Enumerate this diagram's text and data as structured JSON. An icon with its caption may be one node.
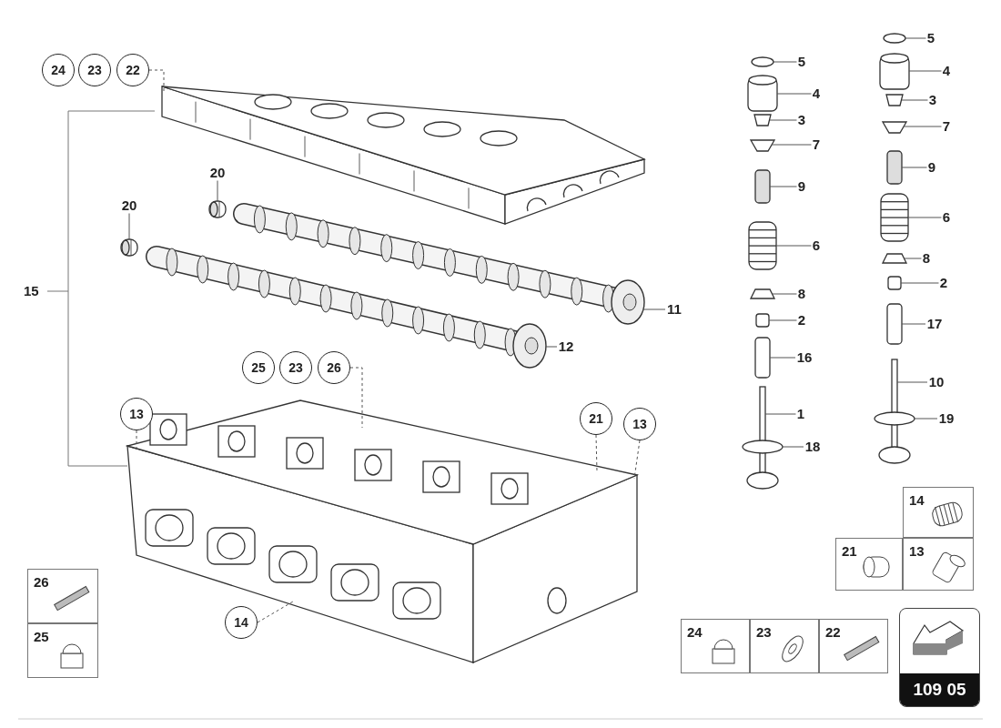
{
  "diagram": {
    "nodes": [
      {
        "text": [
          "24"
        ]
      },
      {
        "text": [
          "23"
        ]
      },
      {
        "text": [
          "22"
        ]
      },
      {
        "text": [
          "5"
        ]
      },
      {
        "text": [
          "5"
        ]
      },
      {
        "text": [
          "4"
        ]
      },
      {
        "text": [
          "4"
        ]
      },
      {
        "text": [
          "3"
        ]
      },
      {
        "text": [
          "3"
        ]
      },
      {
        "text": [
          "7"
        ]
      },
      {
        "text": [
          "7"
        ]
      },
      {
        "text": [
          "9"
        ]
      },
      {
        "text": [
          "20"
        ]
      },
      {
        "text": [
          "9"
        ]
      },
      {
        "text": [
          "20"
        ]
      },
      {
        "text": [
          "6"
        ]
      },
      {
        "text": [
          "6"
        ]
      },
      {
        "text": [
          "8"
        ]
      },
      {
        "text": [
          "2"
        ]
      },
      {
        "text": [
          "8"
        ]
      },
      {
        "text": [
          "11"
        ]
      },
      {
        "text": [
          "2"
        ]
      },
      {
        "text": [
          "17"
        ]
      },
      {
        "text": [
          "12"
        ]
      },
      {
        "text": [
          "16"
        ]
      },
      {
        "text": [
          "25"
        ]
      },
      {
        "text": [
          "23"
        ]
      },
      {
        "text": [
          "26"
        ]
      },
      {
        "text": [
          "10"
        ]
      },
      {
        "text": [
          "13"
        ]
      },
      {
        "text": [
          "1"
        ]
      },
      {
        "text": [
          "21"
        ]
      },
      {
        "text": [
          "19"
        ]
      },
      {
        "text": [
          "13"
        ]
      },
      {
        "text": [
          "18"
        ]
      },
      {
        "text": [
          "14"
        ]
      },
      {
        "text": [],
        "shape": "picture"
      },
      {
        "text": [],
        "shape": "picture"
      },
      {
        "text": [],
        "shape": "picture"
      },
      {
        "text": [],
        "shape": "picture"
      },
      {
        "text": [],
        "shape": "picture"
      },
      {
        "text": [],
        "shape": "picture"
      },
      {
        "text": [],
        "shape": "picture"
      },
      {
        "text": [],
        "shape": "picture"
      },
      {
        "text": [],
        "shape": "picture"
      },
      {
        "text": [],
        "shape": "picture"
      },
      {
        "text": [],
        "shape": "picture"
      },
      {
        "text": [],
        "shape": "picture"
      },
      {
        "text": [],
        "shape": "picture"
      },
      {
        "text": [],
        "shape": "picture"
      },
      {
        "text": [],
        "shape": "picture"
      },
      {
        "text": [],
        "shape": "picture"
      },
      {
        "text": [],
        "shape": "picture"
      },
      {
        "text": [],
        "shape": "picture"
      },
      {
        "text": [],
        "shape": "picture"
      },
      {
        "text": [],
        "shape": "picture"
      },
      {
        "text": [],
        "shape": "picture"
      },
      {
        "text": [],
        "shape": "picture"
      },
      {
        "text": [],
        "shape": "picture"
      },
      {
        "text": [],
        "shape": "picture"
      },
      {
        "text": [],
        "shape": "picture"
      },
      {
        "text": [],
        "shape": "picture"
      },
      {
        "text": [],
        "shape": "picture"
      },
      {
        "text": [],
        "shape": "picture"
      }
    ],
    "edges": [
      {
        "from": 2,
        "to": 36,
        "arrow": "none",
        "style": "dashed"
      },
      {
        "from": 3,
        "to": 53,
        "arrow": "none"
      },
      {
        "from": 4,
        "to": 42,
        "arrow": "none"
      },
      {
        "from": 5,
        "to": 54,
        "arrow": "none"
      },
      {
        "from": 6,
        "to": 43,
        "arrow": "none"
      },
      {
        "from": 7,
        "to": 55,
        "arrow": "none"
      },
      {
        "from": 8,
        "to": 44,
        "arrow": "none"
      },
      {
        "from": 9,
        "to": 56,
        "arrow": "none"
      },
      {
        "from": 10,
        "to": 45,
        "arrow": "none"
      },
      {
        "from": 11,
        "to": 57,
        "arrow": "none"
      },
      {
        "from": 12,
        "to": 38,
        "arrow": "none"
      },
      {
        "from": 13,
        "to": 46,
        "arrow": "none"
      },
      {
        "from": 14,
        "to": 37,
        "arrow": "none"
      },
      {
        "from": 15,
        "to": 58,
        "arrow": "none"
      },
      {
        "from": 16,
        "to": 47,
        "arrow": "none"
      },
      {
        "from": 17,
        "to": 59,
        "arrow": "none"
      },
      {
        "from": 18,
        "to": 60,
        "arrow": "none"
      },
      {
        "from": 19,
        "to": 48,
        "arrow": "none"
      },
      {
        "from": 20,
        "to": 39,
        "arrow": "none"
      },
      {
        "from": 21,
        "to": 49,
        "arrow": "none"
      },
      {
        "from": 22,
        "to": 61,
        "arrow": "none"
      },
      {
        "from": 23,
        "to": 40,
        "arrow": "none"
      },
      {
        "from": 24,
        "to": 50,
        "arrow": "none"
      },
      {
        "from": 27,
        "to": 41,
        "arrow": "none",
        "style": "dashed"
      },
      {
        "from": 28,
        "to": 62,
        "arrow": "none"
      },
      {
        "from": 29,
        "to": 41,
        "arrow": "none",
        "style": "dashed"
      },
      {
        "from": 30,
        "to": 51,
        "arrow": "none"
      },
      {
        "from": 31,
        "to": 41,
        "arrow": "none",
        "style": "dashed"
      },
      {
        "from": 32,
        "to": 63,
        "arrow": "none"
      },
      {
        "from": 33,
        "to": 41,
        "arrow": "none",
        "style": "dashed"
      },
      {
        "from": 34,
        "to": 52,
        "arrow": "none"
      },
      {
        "from": 35,
        "to": 41,
        "arrow": "none",
        "style": "dashed"
      }
    ],
    "labels": [
      "15",
      "26",
      "25",
      "14",
      "21",
      "13",
      "24",
      "23",
      "22",
      "109 05"
    ]
  }
}
